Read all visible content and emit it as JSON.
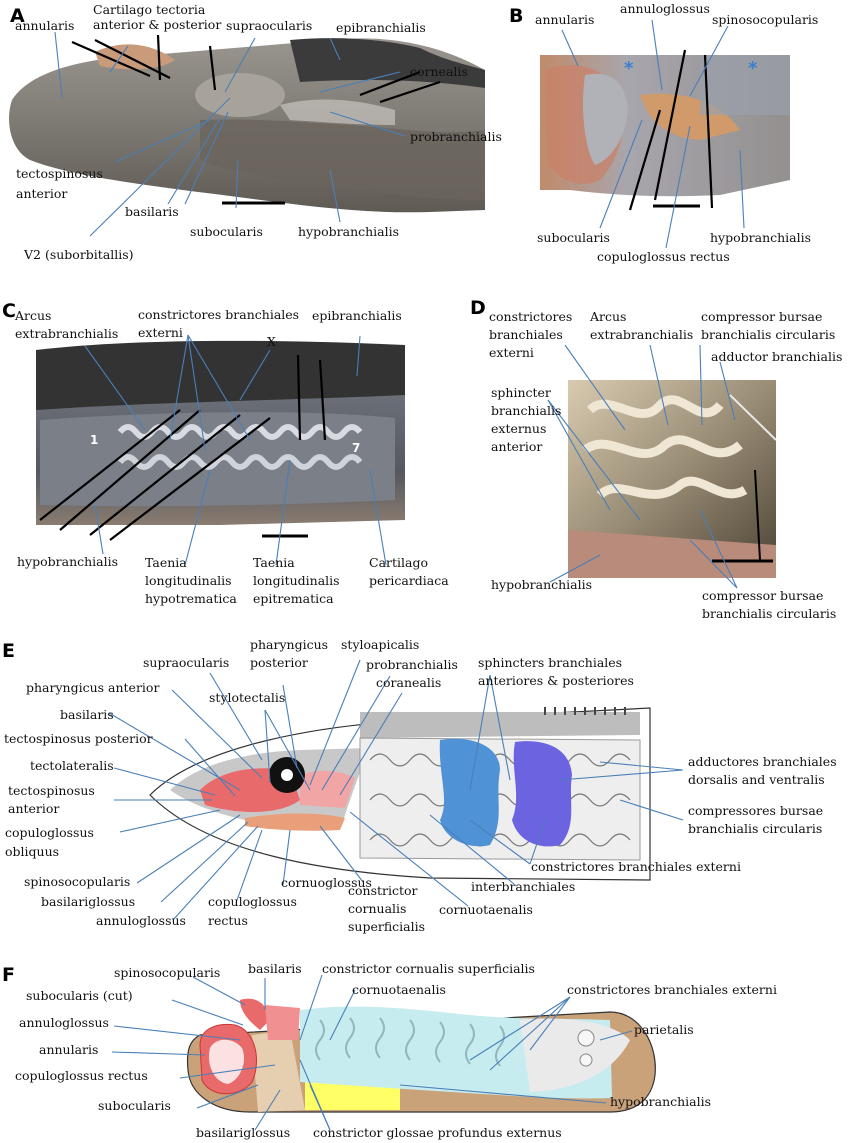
{
  "panels": {
    "A": {
      "letter": "A",
      "labels": {
        "annularis": "annularis",
        "cart1": "Cartilago tectoria",
        "cart2": "anterior & posterior",
        "supraocularis": "supraocularis",
        "epibranchialis": "epibranchialis",
        "cornealis": "cornealis",
        "probranchialis": "probranchialis",
        "tecto1": "tectospinosus",
        "tecto2": "anterior",
        "basilaris": "basilaris",
        "subocularis": "subocularis",
        "hypobranchialis": "hypobranchialis",
        "v2": "V2 (suborbitallis)"
      }
    },
    "B": {
      "letter": "B",
      "labels": {
        "annularis": "annularis",
        "annuloglossus": "annuloglossus",
        "spinosocopularis": "spinosocopularis",
        "subocularis": "subocularis",
        "hypobranchialis": "hypobranchialis",
        "copuloglossus": "copuloglossus rectus"
      },
      "asterisk": "*"
    },
    "C": {
      "letter": "C",
      "labels": {
        "arcus1": "Arcus",
        "arcus2": "extrabranchialis",
        "constr1": "constrictores branchiales",
        "constr2": "externi",
        "epibranchialis": "epibranchialis",
        "x": "X",
        "num1": "1",
        "num7": "7",
        "hypobranchialis": "hypobranchialis",
        "thypo1": "Taenia",
        "thypo2": "longitudinalis",
        "thypo3": "hypotrematica",
        "tepi1": "Taenia",
        "tepi2": "longitudinalis",
        "tepi3": "epitrematica",
        "cart1": "Cartilago",
        "cart2": "pericardiaca"
      }
    },
    "D": {
      "letter": "D",
      "labels": {
        "constr1": "constrictores",
        "constr2": "branchiales",
        "constr3": "externi",
        "arcus1": "Arcus",
        "arcus2": "extrabranchialis",
        "comp1": "compressor bursae",
        "comp2": "branchialis circularis",
        "adductor": "adductor branchialis",
        "sph1": "sphincter",
        "sph2": "branchialis",
        "sph3": "externus",
        "sph4": "anterior",
        "hypobranchialis": "hypobranchialis",
        "compb1": "compressor bursae",
        "compb2": "branchialis circularis"
      }
    },
    "E": {
      "letter": "E",
      "labels": {
        "supraocularis": "supraocularis",
        "pharpost1": "pharyngicus",
        "pharpost2": "posterior",
        "styloapicalis": "styloapicalis",
        "probranchialis": "probranchialis",
        "coranealis": "coranealis",
        "sphinct1": "sphincters branchiales",
        "sphinct2": "anteriores & posteriores",
        "pharant": "pharyngicus anterior",
        "stylotectalis": "stylotectalis",
        "basilaris": "basilaris",
        "tectopost": "tectospinosus posterior",
        "tectolat": "tectolateralis",
        "tectoant1": "tectospinosus",
        "tectoant2": "anterior",
        "copobl1": "copuloglossus",
        "copobl2": "obliquus",
        "spinoso": "spinosocopularis",
        "basilarigl": "basilariglossus",
        "annulogl": "annuloglossus",
        "coprect1": "copuloglossus",
        "coprect2": "rectus",
        "cornuogl": "cornuoglossus",
        "ccs1": "constrictor",
        "ccs2": "cornualis",
        "ccs3": "superficialis",
        "cornuotaen": "cornuotaenalis",
        "interbr": "interbranchiales",
        "cbe": "constrictores branchiales externi",
        "add1": "adductores branchiales",
        "add2": "dorsalis and ventralis",
        "compr1": "compressores bursae",
        "compr2": "branchialis circularis"
      }
    },
    "F": {
      "letter": "F",
      "labels": {
        "spinoso": "spinosocopularis",
        "basilaris": "basilaris",
        "ccs": "constrictor cornualis superficialis",
        "cornuotaen": "cornuotaenalis",
        "cbe": "constrictores branchiales externi",
        "subcut": "subocularis (cut)",
        "annulogl": "annuloglossus",
        "parietalis": "parietalis",
        "annularis": "annularis",
        "coprect": "copuloglossus rectus",
        "subocularis": "subocularis",
        "hypobranchialis": "hypobranchialis",
        "basilarigl": "basilariglossus",
        "cgpe": "constrictor glossae profundus externus"
      }
    }
  },
  "colors": {
    "leader": "#4a7fb8",
    "red_muscle": "#e96a6a",
    "light_blue": "#c7ecf0",
    "yellow": "#ffff66",
    "tan": "#c9a27a",
    "blue": "#4f93d6",
    "violet": "#6c63e0"
  }
}
